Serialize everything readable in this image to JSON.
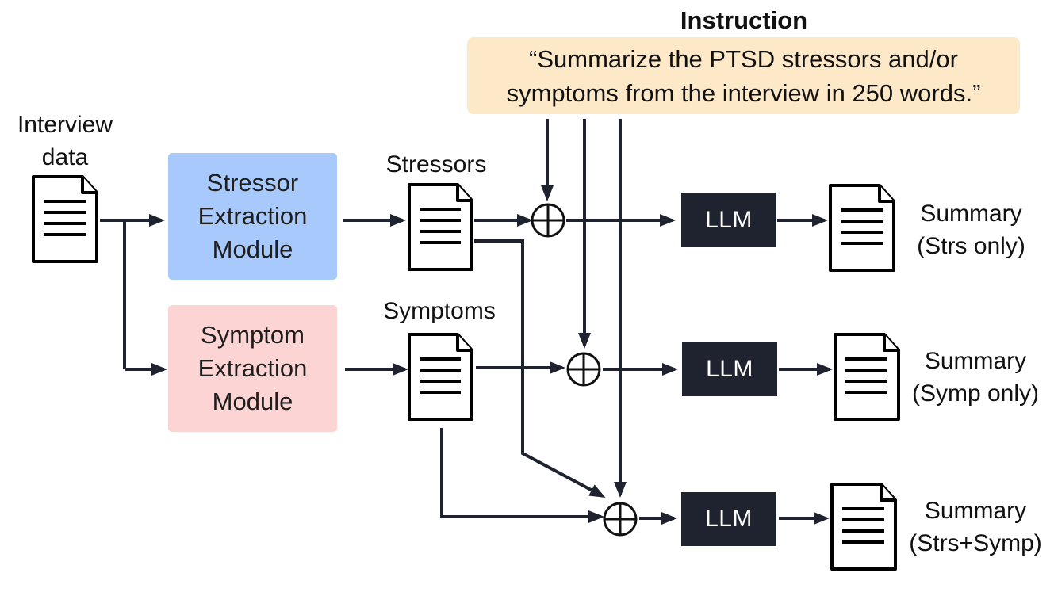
{
  "instruction": {
    "title": "Instruction",
    "text": "“Summarize the PTSD stressors and/or\nsymptoms from the interview in 250 words.”",
    "color": "#fde8c8"
  },
  "input": {
    "label": "Interview\ndata"
  },
  "modules": {
    "stressor": {
      "text": "Stressor\nExtraction\nModule",
      "color": "#a8c9fb"
    },
    "symptom": {
      "text": "Symptom\nExtraction\nModule",
      "color": "#fdd4d4"
    }
  },
  "intermediate": {
    "stressors_label": "Stressors",
    "symptoms_label": "Symptoms"
  },
  "llm_label": "LLM",
  "outputs": [
    {
      "label": "Summary\n(Strs only)"
    },
    {
      "label": "Summary\n(Symp only)"
    },
    {
      "label": "Summary\n(Strs+Symp)"
    }
  ],
  "line_color": "#1f2330"
}
